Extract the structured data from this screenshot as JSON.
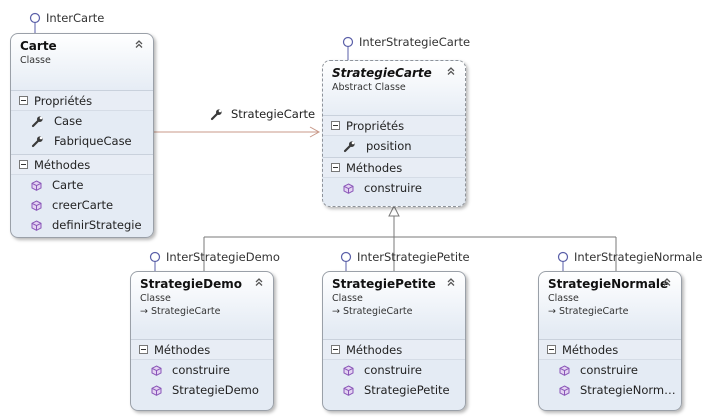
{
  "interfaces": {
    "carte": "InterCarte",
    "strategie_carte": "InterStrategieCarte",
    "demo": "InterStrategieDemo",
    "petite": "InterStrategiePetite",
    "normale": "InterStrategieNormale"
  },
  "association": {
    "label": "StrategieCarte"
  },
  "classes": {
    "carte": {
      "name": "Carte",
      "kind": "Classe",
      "properties_header": "Propriétés",
      "properties": [
        "Case",
        "FabriqueCase"
      ],
      "methods_header": "Méthodes",
      "methods": [
        "Carte",
        "creerCarte",
        "definirStrategie"
      ]
    },
    "strategie_carte": {
      "name": "StrategieCarte",
      "kind": "Abstract Classe",
      "properties_header": "Propriétés",
      "properties": [
        "position"
      ],
      "methods_header": "Méthodes",
      "methods": [
        "construire"
      ]
    },
    "demo": {
      "name": "StrategieDemo",
      "kind": "Classe",
      "inherits": "StrategieCarte",
      "methods_header": "Méthodes",
      "methods": [
        "construire",
        "StrategieDemo"
      ]
    },
    "petite": {
      "name": "StrategiePetite",
      "kind": "Classe",
      "inherits": "StrategieCarte",
      "methods_header": "Méthodes",
      "methods": [
        "construire",
        "StrategiePetite"
      ]
    },
    "normale": {
      "name": "StrategieNormale",
      "kind": "Classe",
      "inherits": "StrategieCarte",
      "methods_header": "Méthodes",
      "methods": [
        "construire",
        "StrategieNorm…"
      ]
    }
  },
  "colors": {
    "interface_stroke": "#5a5fa8",
    "association_line": "#c89888",
    "inheritance_line": "#7a7a7a",
    "method_icon": "#8a56b8",
    "property_icon": "#3a3a3a"
  }
}
